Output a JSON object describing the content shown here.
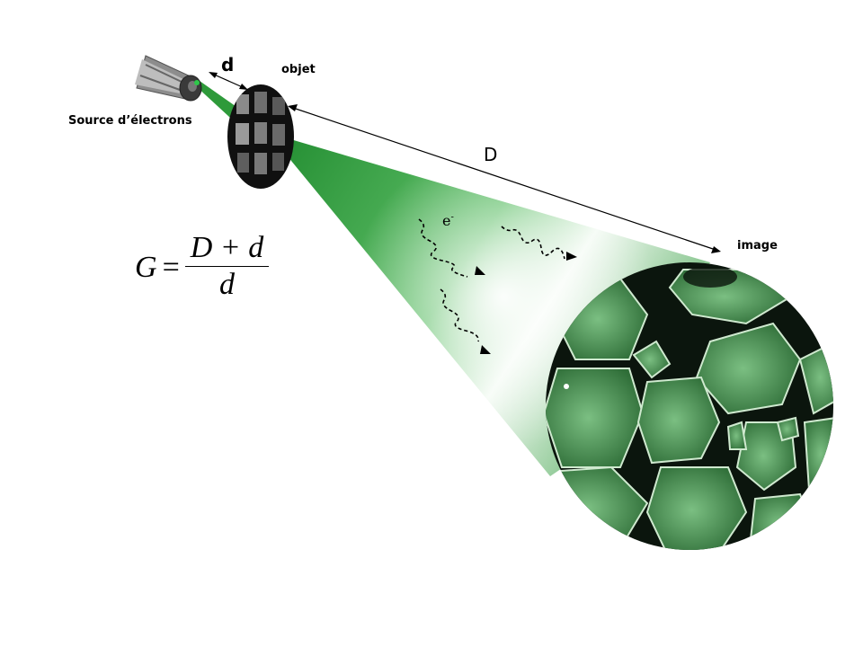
{
  "labels": {
    "source": "Source d’électrons",
    "objet": "objet",
    "image": "image",
    "d": "d",
    "D": "D",
    "electron": "e",
    "electron_sup": "-"
  },
  "formula": {
    "lhs": "G",
    "equals": "=",
    "numerator": "D + d",
    "denominator": "d"
  },
  "colors": {
    "beam": "#2f9a3c",
    "beam_light": "#ffffff",
    "screen": "#4b8f55",
    "cell_dark": "#0b150d"
  },
  "icons": [
    "electron-gun-icon",
    "grid-object-icon",
    "image-screen-icon"
  ]
}
